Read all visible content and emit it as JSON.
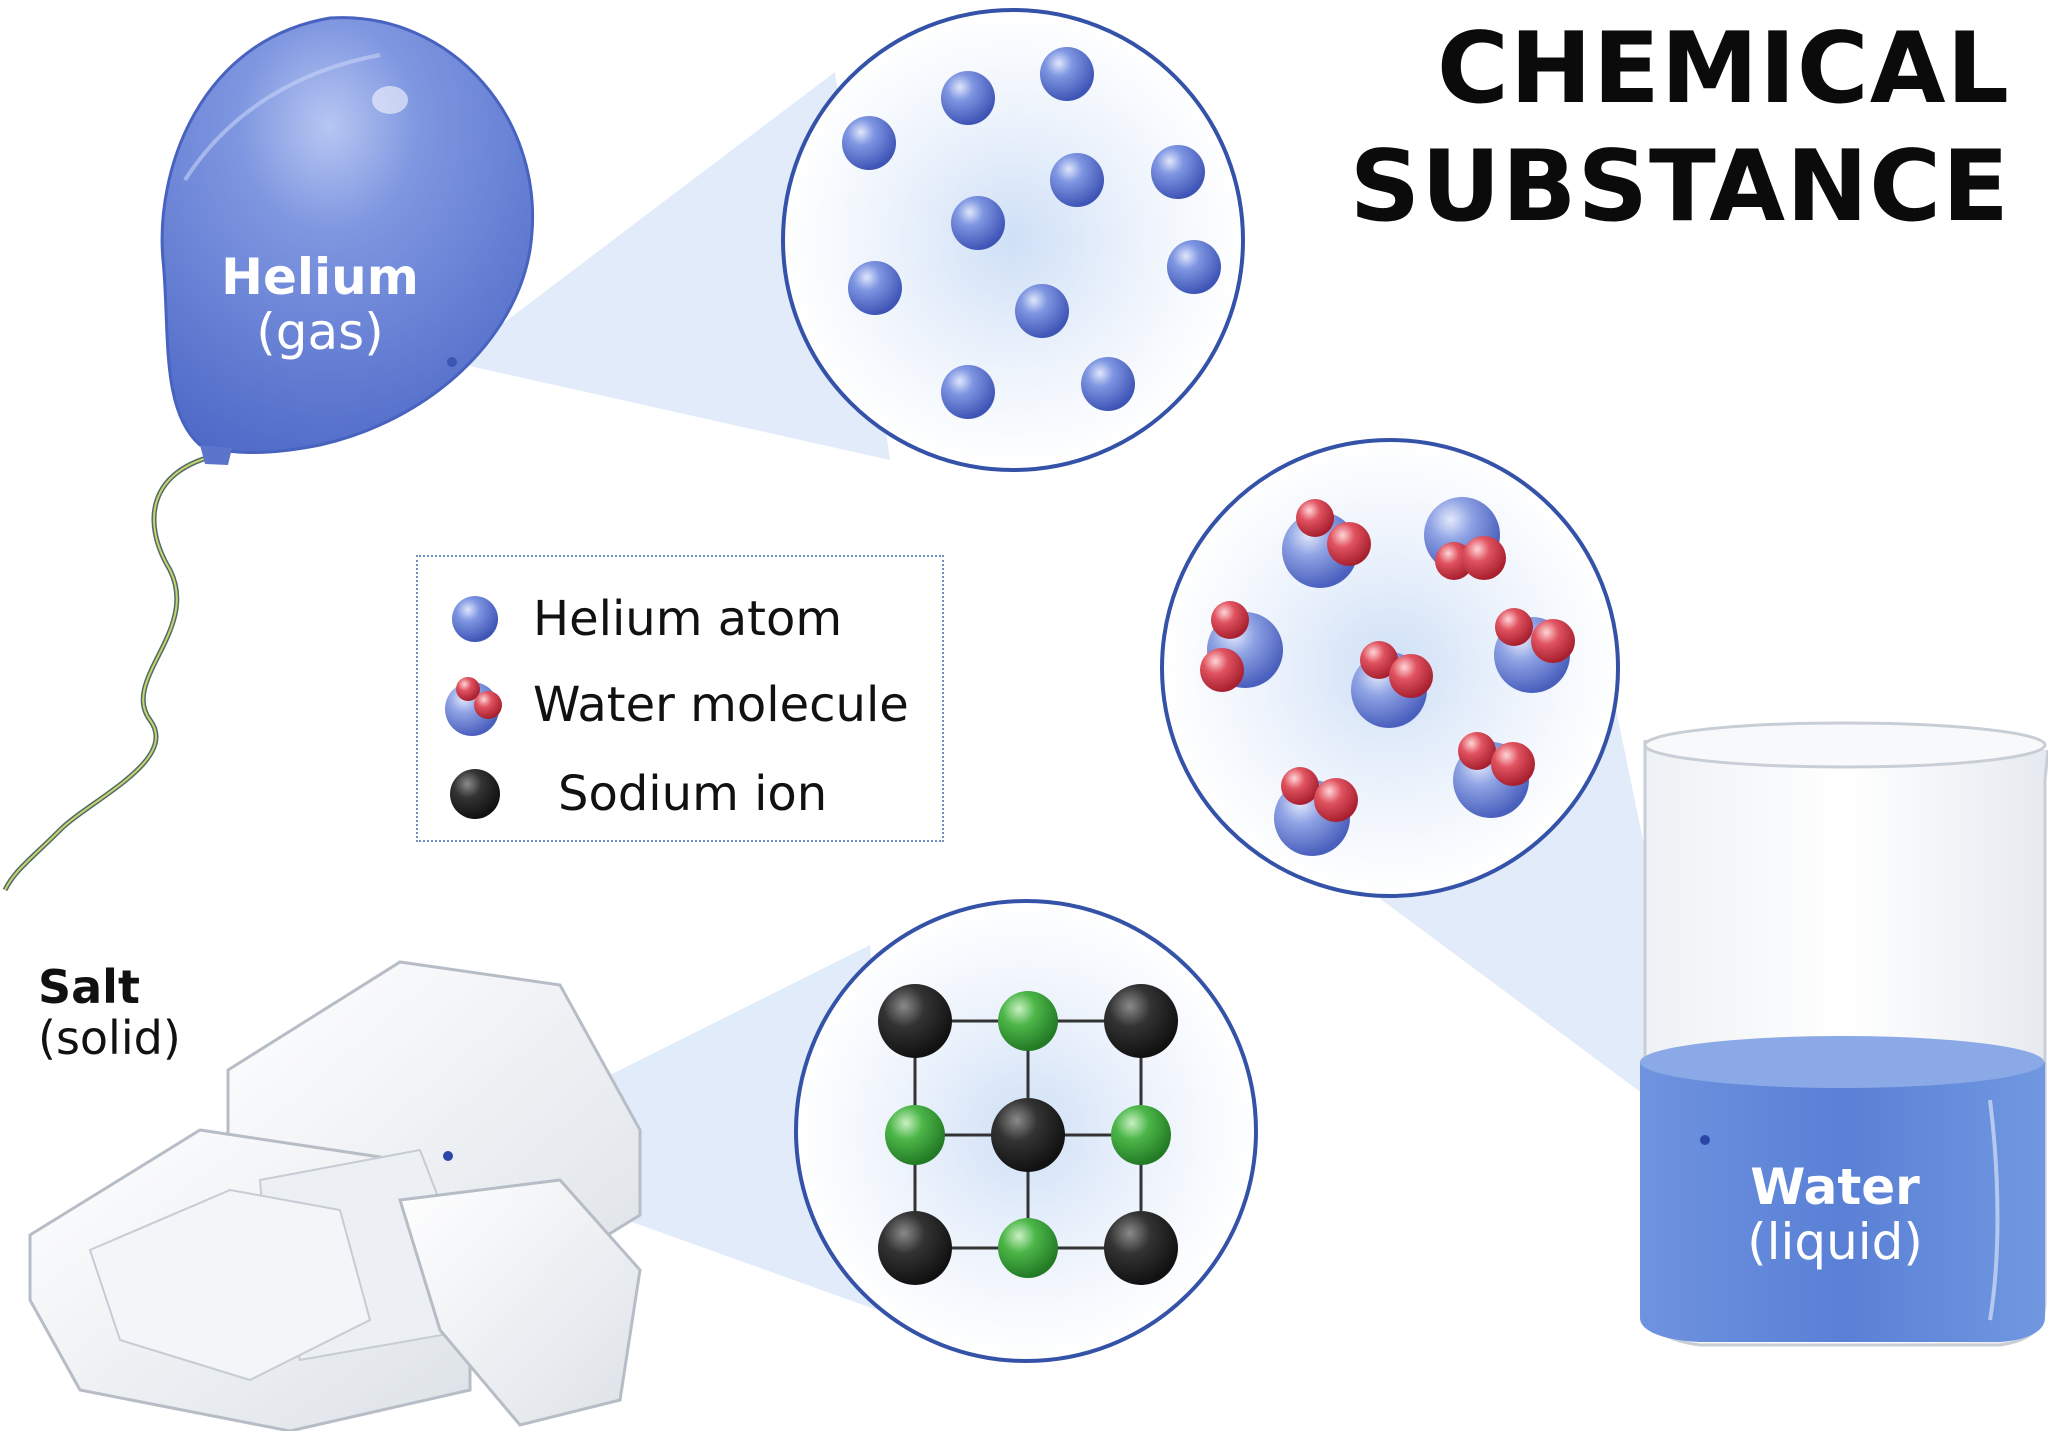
{
  "title": {
    "line1": "CHEMICAL",
    "line2": "SUBSTANCE"
  },
  "substances": {
    "helium": {
      "name": "Helium",
      "state": "(gas)",
      "color": "#5b7fd6"
    },
    "salt": {
      "name": "Salt",
      "state": "(solid)",
      "color": "#e9edf1"
    },
    "water": {
      "name": "Water",
      "state": "(liquid)",
      "color": "#5a86d8"
    }
  },
  "legend": {
    "items": [
      {
        "label": "Helium atom",
        "icon": "helium-atom-icon"
      },
      {
        "label": "Water molecule",
        "icon": "water-molecule-icon"
      },
      {
        "label": "Sodium ion",
        "icon": "sodium-ion-icon"
      }
    ]
  },
  "colors": {
    "helium_atom": "#5f73cf",
    "water_oxygen": "#6d82d4",
    "water_hydrogen": "#d23a4a",
    "sodium_ion": "#222222",
    "chloride_ion": "#3ca03c",
    "circle_border": "#3452a8",
    "zoom_beam": "#d9e6f7"
  }
}
